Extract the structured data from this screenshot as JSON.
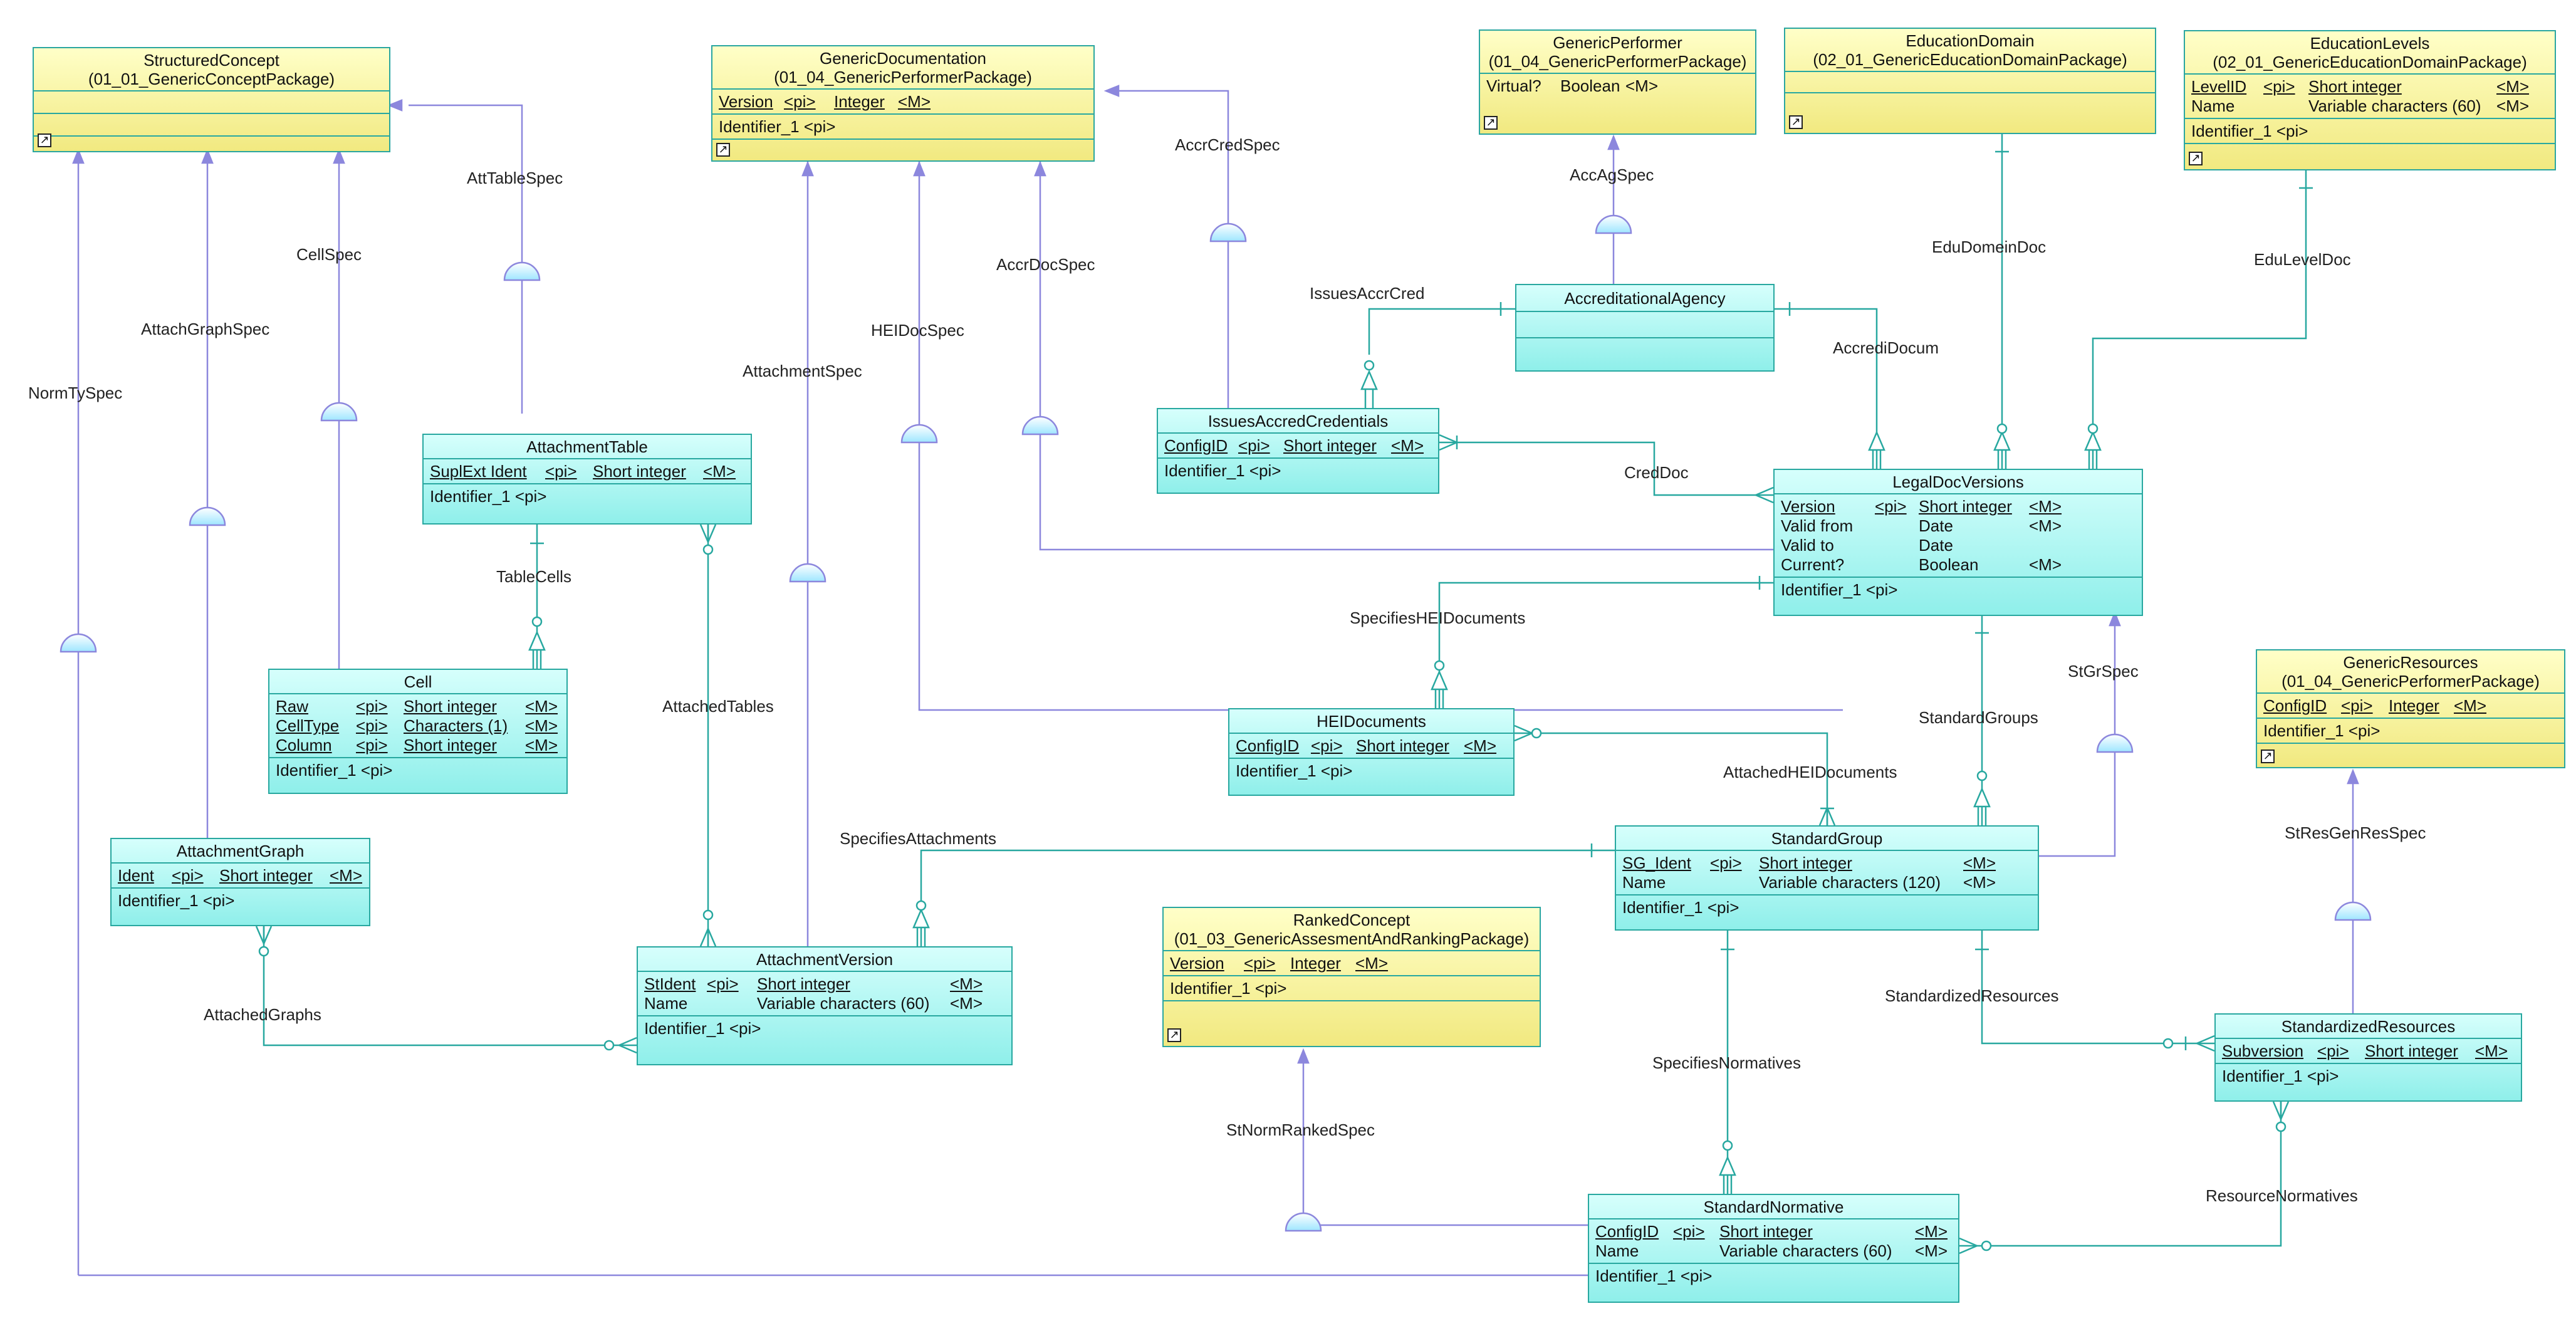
{
  "entities": {
    "structured_concept": {
      "name": "StructuredConcept",
      "package": "(01_01_GenericConceptPackage)"
    },
    "generic_documentation": {
      "name": "GenericDocumentation",
      "package": "(01_04_GenericPerformerPackage)",
      "attrs": [
        {
          "name": "Version",
          "pi": "<pi>",
          "type": "Integer",
          "m": "<M>"
        }
      ],
      "identifier": "Identifier_1   <pi>"
    },
    "generic_performer": {
      "name": "GenericPerformer",
      "package": "(01_04_GenericPerformerPackage)",
      "attrs": [
        {
          "name": "Virtual?",
          "type": "Boolean",
          "m": "<M>"
        }
      ]
    },
    "education_domain": {
      "name": "EducationDomain",
      "package": "(02_01_GenericEducationDomainPackage)"
    },
    "education_levels": {
      "name": "EducationLevels",
      "package": "(02_01_GenericEducationDomainPackage)",
      "attrs": [
        {
          "name": "LevelID",
          "pi": "<pi>",
          "type": "Short integer",
          "m": "<M>"
        },
        {
          "name": "Name",
          "pi": "",
          "type": "Variable characters (60)",
          "m": "<M>"
        }
      ],
      "identifier": "Identifier_1   <pi>"
    },
    "accreditational_agency": {
      "name": "AccreditationalAgency"
    },
    "issues_accred_credentials": {
      "name": "IssuesAccredCredentials",
      "attrs": [
        {
          "name": "ConfigID",
          "pi": "<pi>",
          "type": "Short integer",
          "m": "<M>"
        }
      ],
      "identifier": "Identifier_1   <pi>"
    },
    "legal_doc_versions": {
      "name": "LegalDocVersions",
      "attrs": [
        {
          "name": "Version",
          "pi": "<pi>",
          "type": "Short integer",
          "m": "<M>"
        },
        {
          "name": "Valid from",
          "pi": "",
          "type": "Date",
          "m": "<M>"
        },
        {
          "name": "Valid to",
          "pi": "",
          "type": "Date",
          "m": ""
        },
        {
          "name": "Current?",
          "pi": "",
          "type": "Boolean",
          "m": "<M>"
        }
      ],
      "identifier": "Identifier_1   <pi>"
    },
    "attachment_table": {
      "name": "AttachmentTable",
      "attrs": [
        {
          "name": "SuplExt Ident",
          "pi": "<pi>",
          "type": "Short integer",
          "m": "<M>"
        }
      ],
      "identifier": "Identifier_1   <pi>"
    },
    "cell": {
      "name": "Cell",
      "attrs": [
        {
          "name": "Raw",
          "pi": "<pi>",
          "type": "Short integer",
          "m": "<M>"
        },
        {
          "name": "CellType",
          "pi": "<pi>",
          "type": "Characters (1)",
          "m": "<M>"
        },
        {
          "name": "Column",
          "pi": "<pi>",
          "type": "Short integer",
          "m": "<M>"
        }
      ],
      "identifier": "Identifier_1   <pi>"
    },
    "hei_documents": {
      "name": "HEIDocuments",
      "attrs": [
        {
          "name": "ConfigID",
          "pi": "<pi>",
          "type": "Short integer",
          "m": "<M>"
        }
      ],
      "identifier": "Identifier_1   <pi>"
    },
    "generic_resources": {
      "name": "GenericResources",
      "package": "(01_04_GenericPerformerPackage)",
      "attrs": [
        {
          "name": "ConfigID",
          "pi": "<pi>",
          "type": "Integer",
          "m": "<M>"
        }
      ],
      "identifier": "Identifier_1   <pi>"
    },
    "standard_group": {
      "name": "StandardGroup",
      "attrs": [
        {
          "name": "SG_Ident",
          "pi": "<pi>",
          "type": "Short integer",
          "m": "<M>"
        },
        {
          "name": "Name",
          "pi": "",
          "type": "Variable characters (120)",
          "m": "<M>"
        }
      ],
      "identifier": "Identifier_1   <pi>"
    },
    "attachment_graph": {
      "name": "AttachmentGraph",
      "attrs": [
        {
          "name": "Ident",
          "pi": "<pi>",
          "type": "Short integer",
          "m": "<M>"
        }
      ],
      "identifier": "Identifier_1   <pi>"
    },
    "attachment_version": {
      "name": "AttachmentVersion",
      "attrs": [
        {
          "name": "StIdent",
          "pi": "<pi>",
          "type": "Short integer",
          "m": "<M>"
        },
        {
          "name": "Name",
          "pi": "",
          "type": "Variable characters (60)",
          "m": "<M>"
        }
      ],
      "identifier": "Identifier_1   <pi>"
    },
    "ranked_concept": {
      "name": "RankedConcept",
      "package": "(01_03_GenericAssesmentAndRankingPackage)",
      "attrs": [
        {
          "name": "Version",
          "pi": "<pi>",
          "type": "Integer",
          "m": "<M>"
        }
      ],
      "identifier": "Identifier_1   <pi>"
    },
    "standardized_resources": {
      "name": "StandardizedResources",
      "attrs": [
        {
          "name": "Subversion",
          "pi": "<pi>",
          "type": "Short integer",
          "m": "<M>"
        }
      ],
      "identifier": "Identifier_1   <pi>"
    },
    "standard_normative": {
      "name": "StandardNormative",
      "attrs": [
        {
          "name": "ConfigID",
          "pi": "<pi>",
          "type": "Short integer",
          "m": "<M>"
        },
        {
          "name": "Name",
          "pi": "",
          "type": "Variable characters (60)",
          "m": "<M>"
        }
      ],
      "identifier": "Identifier_1   <pi>"
    }
  },
  "relationships": {
    "att_table_spec": "AttTableSpec",
    "cell_spec": "CellSpec",
    "attach_graph_spec": "AttachGraphSpec",
    "norm_ty_spec": "NormTySpec",
    "attachment_spec": "AttachmentSpec",
    "hei_doc_spec": "HEIDocSpec",
    "accr_doc_spec": "AccrDocSpec",
    "accr_cred_spec": "AccrCredSpec",
    "acc_ag_spec": "AccAgSpec",
    "issues_accr_cred": "IssuesAccrCred",
    "accredi_docum": "AccrediDocum",
    "edu_domein_doc": "EduDomeinDoc",
    "edu_level_doc": "EduLevelDoc",
    "cred_doc": "CredDoc",
    "table_cells": "TableCells",
    "attached_tables": "AttachedTables",
    "specifies_hei_documents": "SpecifiesHEIDocuments",
    "st_gr_spec": "StGrSpec",
    "standard_groups": "StandardGroups",
    "attached_hei_documents": "AttachedHEIDocuments",
    "specifies_attachments": "SpecifiesAttachments",
    "st_res_gen_res_spec": "StResGenResSpec",
    "attached_graphs": "AttachedGraphs",
    "standardized_resources": "StandardizedResources",
    "specifies_normatives": "SpecifiesNormatives",
    "st_norm_ranked_spec": "StNormRankedSpec",
    "resource_normatives": "ResourceNormatives"
  },
  "colors": {
    "line": "#28a8a0",
    "inherit_line": "#8c87dd",
    "shortcut_fill": "#fbf7a8",
    "table_fill": "#b4f6f2"
  }
}
